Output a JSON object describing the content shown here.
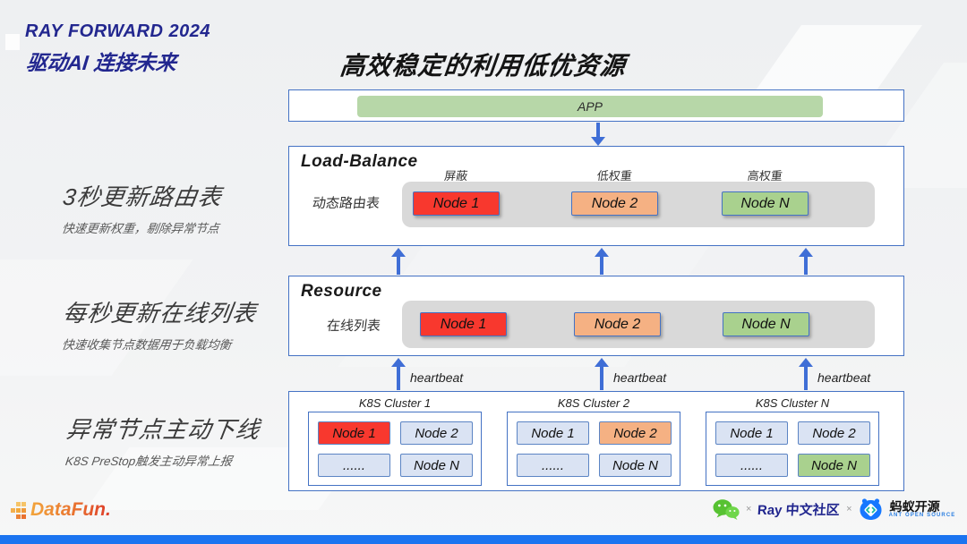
{
  "brand": {
    "line1": "RAY FORWARD 2024",
    "line2": "驱动AI 连接未来"
  },
  "title": "高效稳定的利用低优资源",
  "app": {
    "label": "APP"
  },
  "load_balance": {
    "title": "Load-Balance",
    "row_label": "动态路由表",
    "nodes": [
      {
        "tag": "屏蔽",
        "label": "Node 1",
        "state": "blocked"
      },
      {
        "tag": "低权重",
        "label": "Node 2",
        "state": "low-weight"
      },
      {
        "tag": "高权重",
        "label": "Node N",
        "state": "high-weight"
      }
    ]
  },
  "resource": {
    "title": "Resource",
    "row_label": "在线列表",
    "nodes": [
      {
        "label": "Node 1",
        "state": "abnormal"
      },
      {
        "label": "Node 2",
        "state": "degraded"
      },
      {
        "label": "Node N",
        "state": "healthy"
      }
    ]
  },
  "heartbeat": "heartbeat",
  "clusters": [
    {
      "title": "K8S Cluster 1",
      "cells": [
        {
          "label": "Node 1",
          "state": "abnormal"
        },
        {
          "label": "Node 2",
          "state": "normal"
        },
        {
          "label": "......",
          "state": "normal"
        },
        {
          "label": "Node N",
          "state": "normal"
        }
      ]
    },
    {
      "title": "K8S Cluster 2",
      "cells": [
        {
          "label": "Node 1",
          "state": "normal"
        },
        {
          "label": "Node 2",
          "state": "degraded"
        },
        {
          "label": "......",
          "state": "normal"
        },
        {
          "label": "Node N",
          "state": "normal"
        }
      ]
    },
    {
      "title": "K8S Cluster N",
      "cells": [
        {
          "label": "Node 1",
          "state": "normal"
        },
        {
          "label": "Node 2",
          "state": "normal"
        },
        {
          "label": "......",
          "state": "normal"
        },
        {
          "label": "Node N",
          "state": "healthy"
        }
      ]
    }
  ],
  "annotations": [
    {
      "heading": "3秒更新路由表",
      "sub": "快速更新权重，剔除异常节点"
    },
    {
      "heading": "每秒更新在线列表",
      "sub": "快速收集节点数据用于负载均衡"
    },
    {
      "heading": "异常节点主动下线",
      "sub": "K8S PreStop触发主动异常上报"
    }
  ],
  "footer": {
    "datafun": "DataFun.",
    "times": "×",
    "ray_community": "Ray 中文社区",
    "ant_name": "蚂蚁开源",
    "ant_sub": "ANT OPEN SOURCE",
    "wechat_icon": "wechat-icon",
    "ant_icon": "ant-icon"
  },
  "colors": {
    "accent_blue": "#4472c4",
    "arrow_blue": "#3f6ed6",
    "node_red": "#f8382e",
    "node_orange": "#f5b183",
    "node_green": "#a9d18e",
    "cell_blue": "#dae3f3",
    "panel_gray": "#d9d9d9",
    "app_green": "#b7d7a8",
    "bottom_bar": "#1b74f0",
    "brand_navy": "#22278f"
  }
}
